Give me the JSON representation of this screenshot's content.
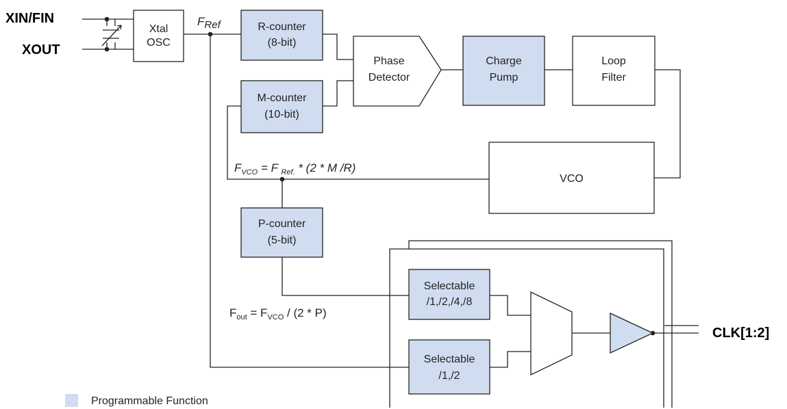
{
  "colors": {
    "programmable": "#d0ddf0",
    "fixed": "#ffffff",
    "line": "#222222"
  },
  "pins": {
    "xin": "XIN/FIN",
    "xout": "XOUT",
    "clk": "CLK[1:2]"
  },
  "blocks": {
    "xtal": {
      "line1": "Xtal",
      "line2": "OSC"
    },
    "rcount": {
      "line1": "R-counter",
      "line2": "(8-bit)"
    },
    "mcount": {
      "line1": "M-counter",
      "line2": "(10-bit)"
    },
    "pdet": {
      "line1": "Phase",
      "line2": "Detector"
    },
    "cpump": {
      "line1": "Charge",
      "line2": "Pump"
    },
    "lfilt": {
      "line1": "Loop",
      "line2": "Filter"
    },
    "vco": {
      "line1": "VCO"
    },
    "pcount": {
      "line1": "P-counter",
      "line2": "(5-bit)"
    },
    "sel1": {
      "line1": "Selectable",
      "line2": "/1,/2,/4,/8"
    },
    "sel2": {
      "line1": "Selectable",
      "line2": "/1,/2"
    }
  },
  "labels": {
    "fref": {
      "main": "F",
      "sub": "Ref"
    },
    "fvco_eq": {
      "f1": "F",
      "s1": "VCO",
      "mid": " = F ",
      "s2": "Ref.",
      "tail": " * (2 * M /R)"
    },
    "fout_eq": {
      "f1": "F",
      "s1": "out",
      "mid": " = F",
      "s2": "VCO",
      "tail": " / (2 * P)"
    }
  },
  "legend": {
    "label": "Programmable Function"
  }
}
